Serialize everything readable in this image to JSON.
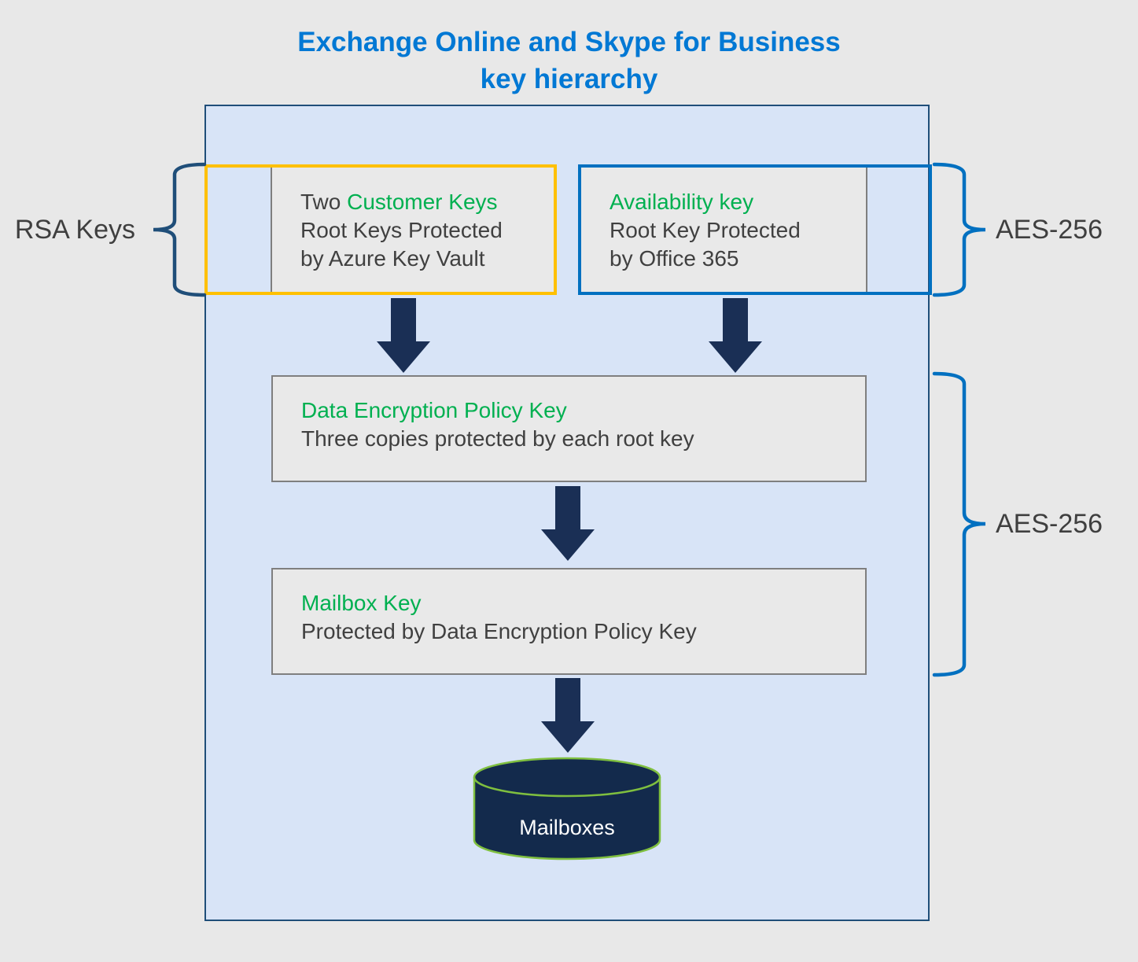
{
  "title": {
    "line1": "Exchange Online and Skype for Business",
    "line2": "key hierarchy"
  },
  "labels": {
    "rsa": "RSA Keys",
    "aes_top": "AES-256",
    "aes_bottom": "AES-256"
  },
  "boxes": {
    "customer_keys": {
      "title_prefix": "Two ",
      "title_green": "Customer Keys",
      "line1": "Root Keys Protected",
      "line2": "by Azure Key Vault"
    },
    "availability_key": {
      "title_green": "Availability key",
      "line1": "Root Key Protected",
      "line2": "by Office 365"
    },
    "dep_key": {
      "title_green": "Data Encryption Policy Key",
      "line1": "Three copies protected by each root key"
    },
    "mailbox_key": {
      "title_green": "Mailbox Key",
      "line1": "Protected by Data Encryption Policy Key"
    }
  },
  "cylinder": {
    "label": "Mailboxes"
  },
  "icons": {
    "down_arrow": "block-arrow-down",
    "left_brace": "curly-brace-left",
    "right_brace": "curly-brace-right",
    "database": "cylinder"
  },
  "colors": {
    "title_blue": "#0078D4",
    "key_green": "#00B050",
    "customer_highlight_orange": "#FFC000",
    "availability_highlight_blue": "#0070C0",
    "arrow_navy": "#1A2F55",
    "container_fill": "#D8E4F7",
    "container_border": "#1F4E79",
    "panel_fill": "#E9E9E9",
    "text_gray": "#404040",
    "cylinder_green": "#7FBF3F"
  }
}
